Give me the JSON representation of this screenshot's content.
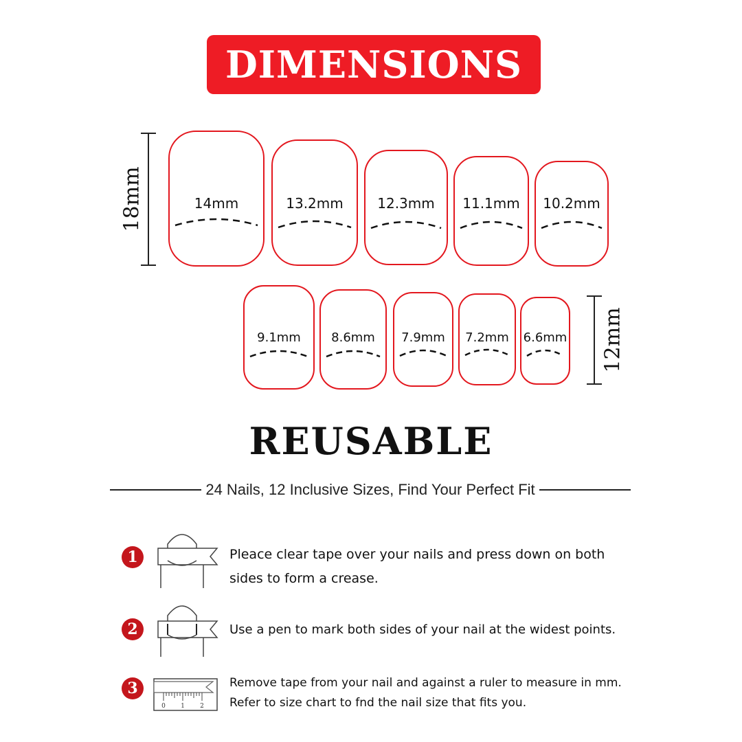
{
  "header": {
    "title": "DIMENSIONS",
    "accent_color": "#ee1c25",
    "outline_color": "#e3171e"
  },
  "nail_rows": [
    {
      "height_label": "18mm",
      "nails": [
        {
          "label": "14mm"
        },
        {
          "label": "13.2mm"
        },
        {
          "label": "12.3mm"
        },
        {
          "label": "11.1mm"
        },
        {
          "label": "10.2mm"
        }
      ]
    },
    {
      "height_label": "12mm",
      "nails": [
        {
          "label": "9.1mm"
        },
        {
          "label": "8.6mm"
        },
        {
          "label": "7.9mm"
        },
        {
          "label": "7.2mm"
        },
        {
          "label": "6.6mm"
        }
      ]
    }
  ],
  "headline": "REUSABLE",
  "subline": "24 Nails, 12 Inclusive Sizes, Find Your Perfect Fit",
  "steps": [
    {
      "number": "1",
      "icon": "finger-tape-icon",
      "lines": [
        "Pleace clear tape over your nails and press down on both",
        "sides to form a crease."
      ]
    },
    {
      "number": "2",
      "icon": "finger-tape-mark-icon",
      "lines": [
        "Use a pen to mark both sides of your nail at the widest points."
      ]
    },
    {
      "number": "3",
      "icon": "ruler-tape-icon",
      "lines": [
        "Remove tape from your nail and against a ruler to measure in mm.",
        "Refer to size chart to fnd the nail size that fits you."
      ],
      "ruler_marks": [
        "0",
        "1",
        "2"
      ]
    }
  ]
}
